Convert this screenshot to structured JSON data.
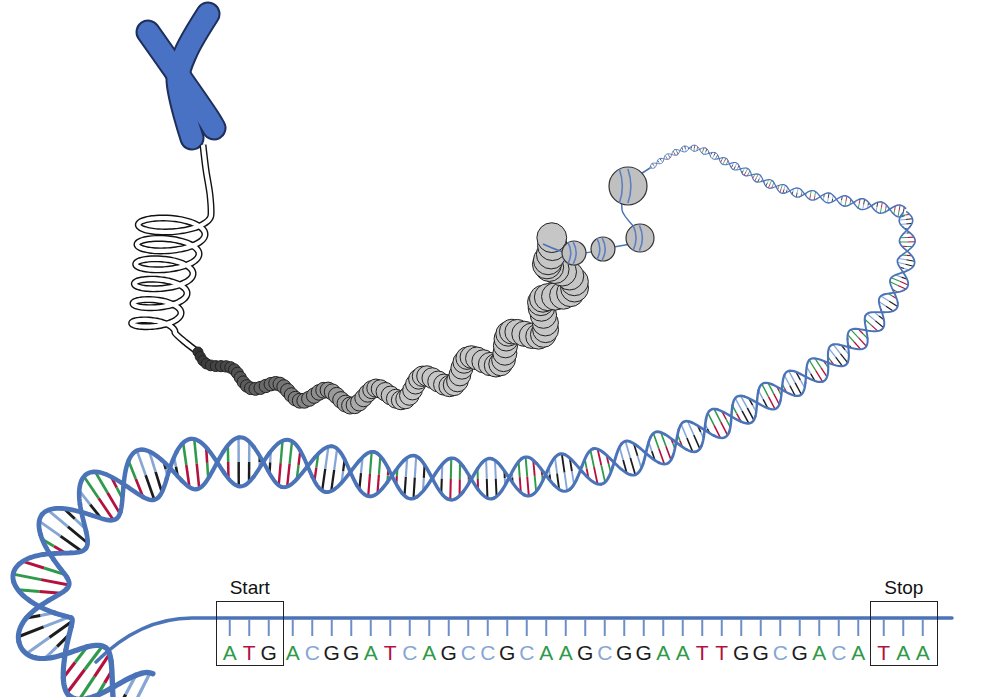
{
  "diagram": {
    "nodes": [
      {
        "text": [
          "Start",
          "ATG"
        ]
      },
      {
        "text": [
          "Stop",
          "TAA"
        ]
      }
    ],
    "labels": [
      "ACGGATCAGCCGCAAGCGGAATTGGCGACA"
    ]
  }
}
